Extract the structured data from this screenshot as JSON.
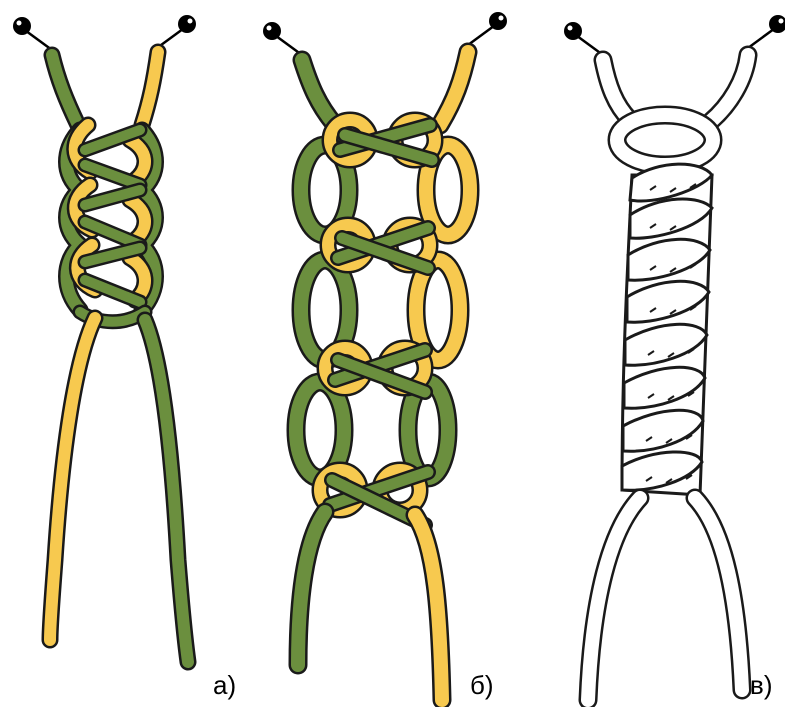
{
  "panels": [
    {
      "label": "а)",
      "pattern": "flat-knot-chain-dense"
    },
    {
      "label": "б)",
      "pattern": "flat-knot-chain-open"
    },
    {
      "label": "в)",
      "pattern": "spiral-twist"
    }
  ],
  "colors": {
    "green": "#6b8f3e",
    "yellow": "#f7c94f",
    "white": "#ffffff",
    "outline": "#1a1a1a",
    "pin": "#000000"
  }
}
